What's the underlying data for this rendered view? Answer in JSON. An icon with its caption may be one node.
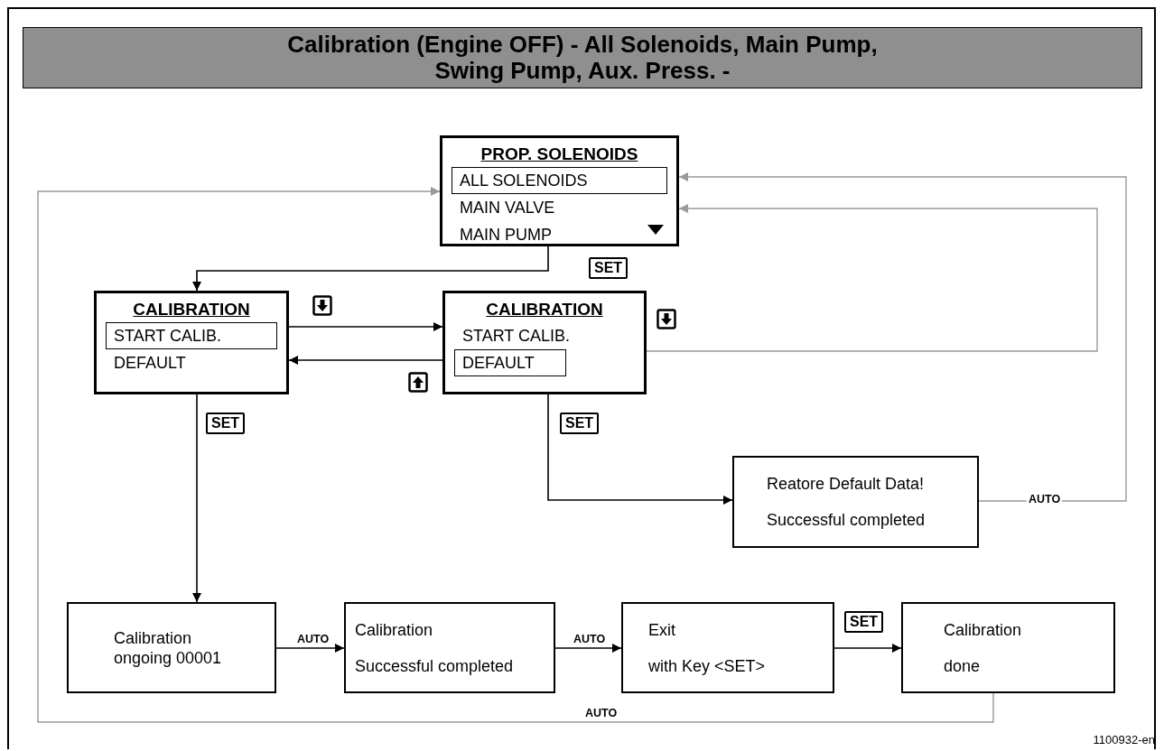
{
  "diagram": {
    "title": "Calibration (Engine OFF) - All Solenoids, Main Pump, Swing Pump, Aux. Press. -",
    "nodes": [
      {
        "text": [
          "PROP. SOLENOIDS",
          "ALL SOLENOIDS",
          "MAIN VALVE",
          "MAIN PUMP"
        ]
      },
      {
        "text": [
          "CALIBRATION",
          "START CALIB.",
          "DEFAULT"
        ]
      },
      {
        "text": [
          "CALIBRATION",
          "START CALIB.",
          "DEFAULT"
        ]
      },
      {
        "text": [
          "Reatore Default Data!",
          "Successful completed"
        ]
      },
      {
        "text": [
          "Calibration ongoing 00001"
        ]
      },
      {
        "text": [
          "Calibration",
          "Successful completed"
        ]
      },
      {
        "text": [
          "Exit",
          "with Key <SET>"
        ]
      },
      {
        "text": [
          "Calibration",
          "done"
        ]
      }
    ],
    "edges": [
      {
        "from": 0,
        "to": 1,
        "arrow": "to",
        "label": "SET"
      },
      {
        "from": 1,
        "to": 2,
        "arrow": "to"
      },
      {
        "from": 2,
        "to": 1,
        "arrow": "to"
      },
      {
        "from": 2,
        "to": 0,
        "arrow": "to",
        "color": "#999999"
      },
      {
        "from": 1,
        "to": 4,
        "arrow": "to",
        "label": "SET"
      },
      {
        "from": 2,
        "to": 3,
        "arrow": "to",
        "label": "SET"
      },
      {
        "from": 3,
        "to": 0,
        "arrow": "to",
        "label": "AUTO",
        "color": "#999999"
      },
      {
        "from": 4,
        "to": 5,
        "arrow": "to",
        "label": "AUTO"
      },
      {
        "from": 5,
        "to": 6,
        "arrow": "to",
        "label": "AUTO"
      },
      {
        "from": 6,
        "to": 7,
        "arrow": "to",
        "label": "SET"
      },
      {
        "from": 7,
        "to": 0,
        "arrow": "to",
        "label": "AUTO",
        "color": "#999999"
      }
    ],
    "labels": [
      "1100932-en"
    ]
  }
}
